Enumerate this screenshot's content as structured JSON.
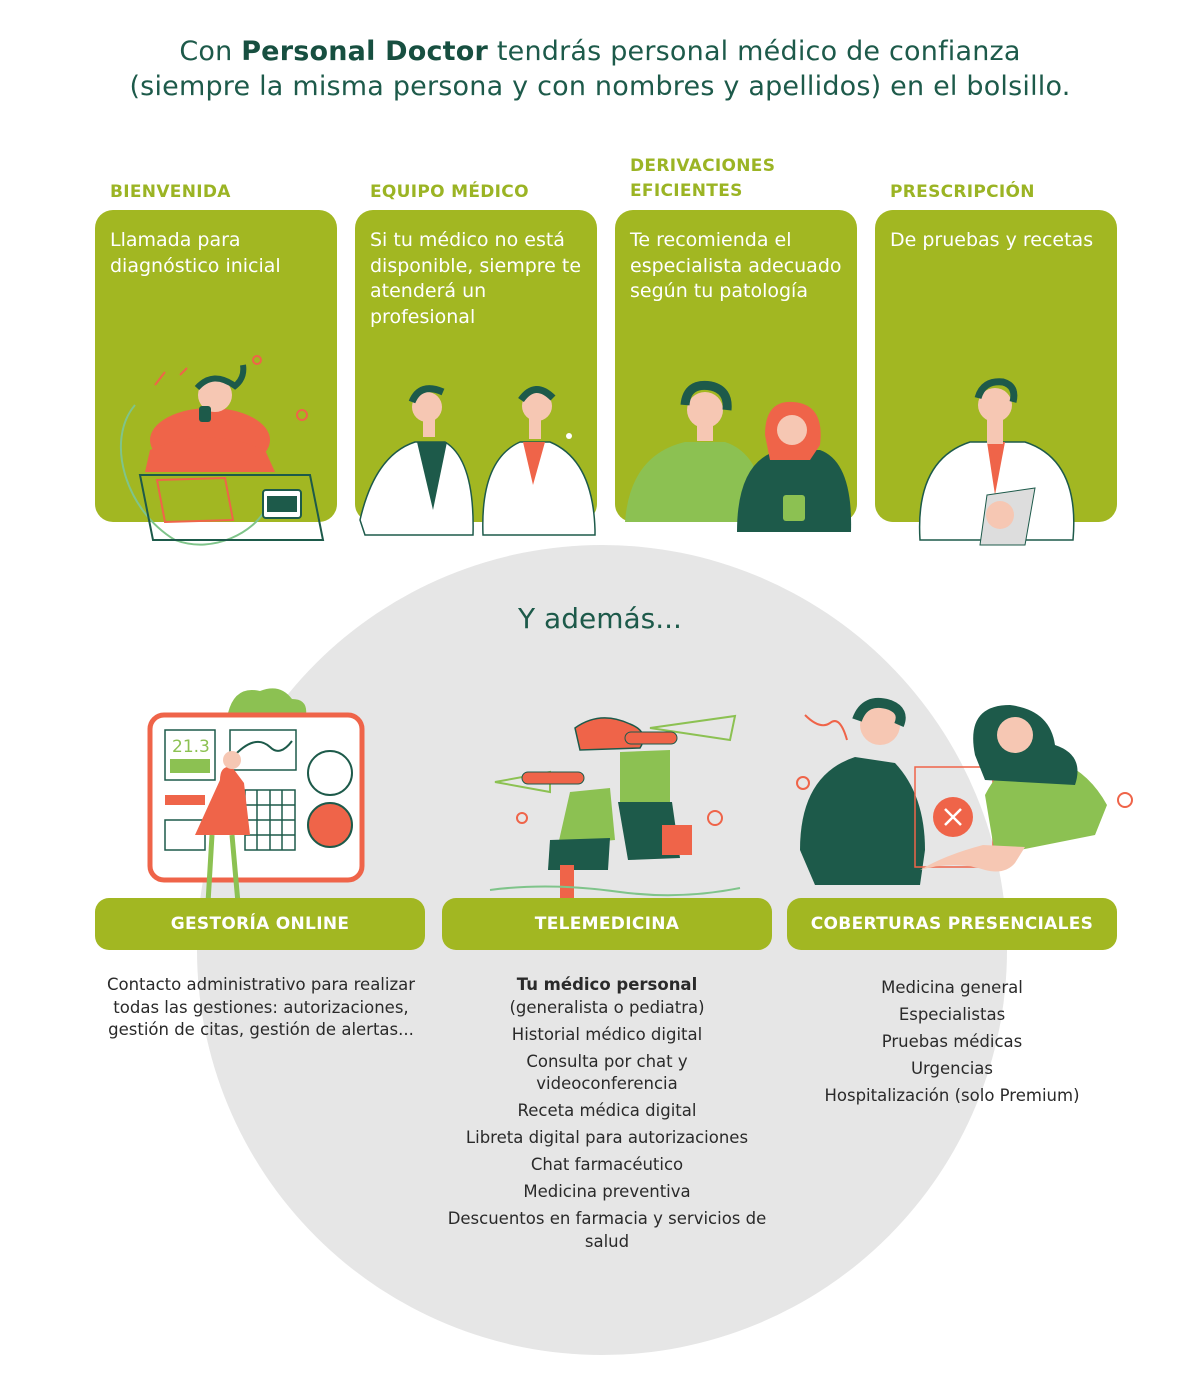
{
  "headline": {
    "prefix": "Con ",
    "brand": "Personal Doctor",
    "rest": " tendrás personal médico de confianza",
    "line2": "(siempre la misma persona y con nombres y apellidos) en el bolsillo."
  },
  "cards": [
    {
      "title": "BIENVENIDA",
      "text": "Llamada para diagnóstico inicial"
    },
    {
      "title": "EQUIPO MÉDICO",
      "text": "Si tu médico no está disponible, siempre te atenderá un profesional"
    },
    {
      "title": "DERIVACIONES EFICIENTES",
      "text": "Te recomienda el especialista adecuado según tu patología"
    },
    {
      "title": "PRESCRIPCIÓN",
      "text": "De pruebas y recetas"
    }
  ],
  "ademas": "Y además...",
  "screen_number": "21.3",
  "columns": [
    {
      "title": "GESTORÍA ONLINE",
      "text": "Contacto administrativo para realizar todas las gestiones: autorizaciones, gestión de citas, gestión de alertas..."
    },
    {
      "title": "TELEMEDICINA",
      "lead": "Tu médico personal",
      "items": [
        "(generalista o pediatra)",
        "Historial médico digital",
        "Consulta por chat y videoconferencia",
        "Receta médica digital",
        "Libreta digital para autorizaciones",
        "Chat farmacéutico",
        "Medicina preventiva",
        "Descuentos en farmacia y servicios de salud"
      ]
    },
    {
      "title": "COBERTURAS PRESENCIALES",
      "items": [
        "Medicina general",
        "Especialistas",
        "Pruebas médicas",
        "Urgencias",
        "Hospitalización (solo Premium)"
      ]
    }
  ],
  "colors": {
    "green": "#a2b722",
    "dark_green": "#1d5a4a",
    "coral": "#ef6449",
    "circle_gray": "#e6e6e6"
  }
}
